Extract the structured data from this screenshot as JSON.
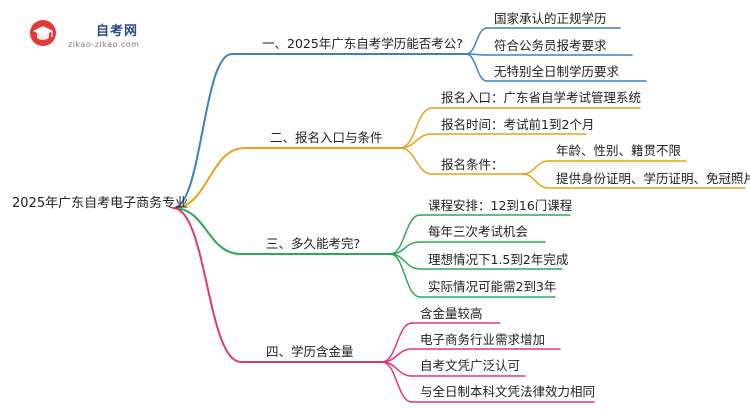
{
  "logo": {
    "title": "自考网",
    "url": "zikao-zikao.com",
    "icon": "graduation-cap-icon"
  },
  "root": "2025年广东自考电子商务专业",
  "branches": [
    {
      "label": "一、2025年广东自考学历能否考公?",
      "color": "#3b82c4",
      "children": [
        {
          "label": "国家承认的正规学历"
        },
        {
          "label": "符合公务员报考要求"
        },
        {
          "label": "无特别全日制学历要求"
        }
      ]
    },
    {
      "label": "二、报名入口与条件",
      "color": "#e8a317",
      "children": [
        {
          "label": "报名入口：广东省自学考试管理系统"
        },
        {
          "label": "报名时间：考试前1到2个月"
        },
        {
          "label": "报名条件：",
          "children": [
            {
              "label": "年龄、性别、籍贯不限"
            },
            {
              "label": "提供身份证明、学历证明、免冠照片"
            }
          ]
        }
      ]
    },
    {
      "label": "三、多久能考完?",
      "color": "#2eaa55",
      "children": [
        {
          "label": "课程安排：12到16门课程"
        },
        {
          "label": "每年三次考试机会"
        },
        {
          "label": "理想情况下1.5到2年完成"
        },
        {
          "label": "实际情况可能需2到3年"
        }
      ]
    },
    {
      "label": "四、学历含金量",
      "color": "#e0367a",
      "children": [
        {
          "label": "含金量较高"
        },
        {
          "label": "电子商务行业需求增加"
        },
        {
          "label": "自考文凭广泛认可"
        },
        {
          "label": "与全日制本科文凭法律效力相同"
        }
      ]
    }
  ]
}
